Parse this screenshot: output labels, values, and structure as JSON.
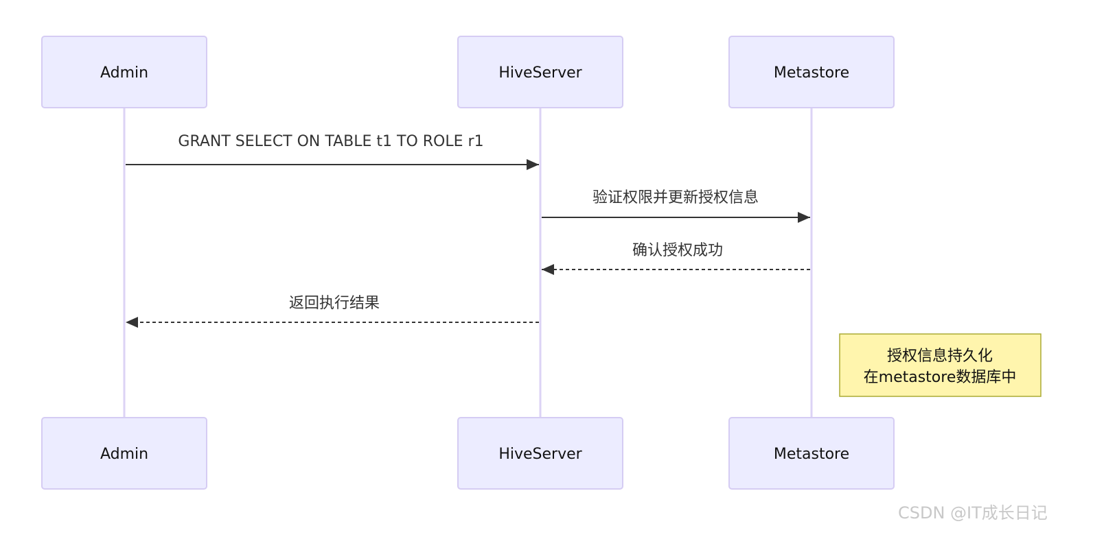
{
  "actors": [
    {
      "id": "admin",
      "name": "Admin"
    },
    {
      "id": "hive",
      "name": "HiveServer"
    },
    {
      "id": "meta",
      "name": "Metastore"
    }
  ],
  "messages": [
    {
      "from": "admin",
      "to": "hive",
      "text": "GRANT SELECT ON TABLE t1 TO ROLE r1",
      "style": "solid"
    },
    {
      "from": "hive",
      "to": "meta",
      "text": "验证权限并更新授权信息",
      "style": "solid"
    },
    {
      "from": "meta",
      "to": "hive",
      "text": "确认授权成功",
      "style": "dashed"
    },
    {
      "from": "hive",
      "to": "admin",
      "text": "返回执行结果",
      "style": "dashed"
    }
  ],
  "note": {
    "lines": [
      "授权信息持久化",
      "在metastore数据库中"
    ]
  },
  "watermark": "CSDN @IT成长日记",
  "colors": {
    "actor_fill": "#ECECFF",
    "actor_stroke": "#D5CCF3",
    "lifeline": "#DCD3F5",
    "arrow": "#333333",
    "note_fill": "#FFF5AD",
    "note_stroke": "#AAAA33",
    "watermark": "#C8C8C8"
  }
}
